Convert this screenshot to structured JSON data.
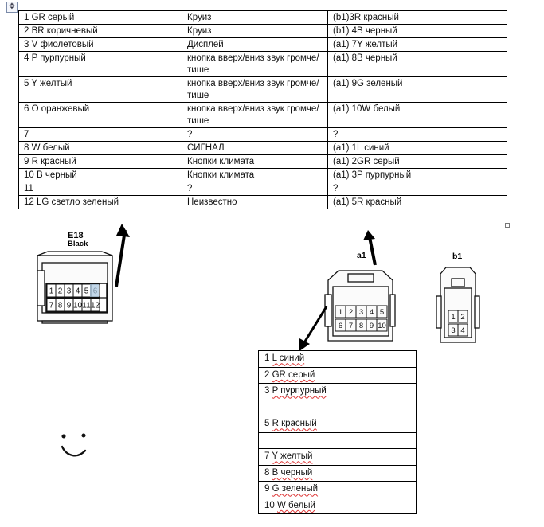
{
  "main_table": {
    "rows": [
      {
        "pin": "1 GR серый",
        "function": "Круиз",
        "target": "(b1)3R красный"
      },
      {
        "pin": "2 BR коричневый",
        "function": "Круиз",
        "target": "(b1) 4B черный"
      },
      {
        "pin": "3 V   фиолетовый",
        "function": "Дисплей",
        "target": "(a1) 7Y желтый"
      },
      {
        "pin": "4 P пурпурный",
        "function": "кнопка вверх/вниз звук громче/тише",
        "target": "(a1) 8B черный"
      },
      {
        "pin": "5 Y   желтый",
        "function": "кнопка вверх/вниз звук громче/тише",
        "target": "(a1) 9G зеленый"
      },
      {
        "pin": "6 O оранжевый",
        "function": "кнопка вверх/вниз звук громче/тише",
        "target": "(a1) 10W белый"
      },
      {
        "pin": "7",
        "function": "?",
        "target": "?"
      },
      {
        "pin": "8 W белый",
        "function": "СИГНАЛ",
        "target": "(a1) 1L синий"
      },
      {
        "pin": "9 R красный",
        "function": "Кнопки климата",
        "target": "(a1) 2GR серый"
      },
      {
        "pin": "10 B   черный",
        "function": "Кнопки климата",
        "target": "(a1) 3P пурпурный"
      },
      {
        "pin": "11",
        "function": "?",
        "target": "?"
      },
      {
        "pin": "12 LG светло зеленый",
        "function": "Неизвестно",
        "target": "(a1) 5R красный"
      }
    ]
  },
  "connector_e18": {
    "name": "E18",
    "color": "Black",
    "pins_top": [
      "1",
      "2",
      "3",
      "4",
      "5",
      "6"
    ],
    "pins_bottom": [
      "7",
      "8",
      "9",
      "10",
      "11",
      "12"
    ]
  },
  "connector_a1": {
    "name": "a1",
    "pins_top": [
      "1",
      "2",
      "3",
      "4",
      "5"
    ],
    "pins_bottom": [
      "6",
      "7",
      "8",
      "9",
      "10"
    ]
  },
  "connector_b1": {
    "name": "b1",
    "pins_top": [
      "1",
      "2"
    ],
    "pins_bottom": [
      "3",
      "4"
    ]
  },
  "pin_table": {
    "rows": [
      {
        "num": "1",
        "text": "L синий"
      },
      {
        "num": "2",
        "text": "GR серый"
      },
      {
        "num": "3",
        "text": "P пурпурный"
      },
      {
        "num": "",
        "text": ""
      },
      {
        "num": "5",
        "text": "R красный"
      },
      {
        "num": "",
        "text": ""
      },
      {
        "num": "7",
        "text": "Y желтый"
      },
      {
        "num": "8",
        "text": "B черный"
      },
      {
        "num": "9",
        "text": "G зеленый"
      },
      {
        "num": "10",
        "text": "W белый"
      }
    ]
  },
  "icons": {
    "move_handle": "move-icon",
    "smiley": "smiley-doodle-icon"
  }
}
